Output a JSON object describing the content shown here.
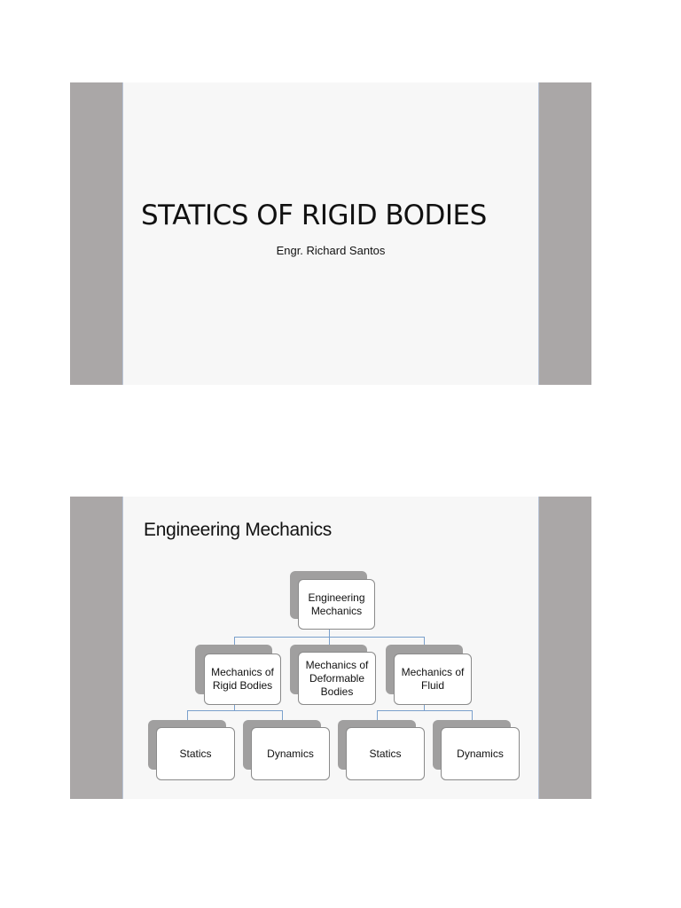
{
  "slides": [
    {
      "title": "STATICS OF RIGID BODIES",
      "subtitle": "Engr. Richard Santos"
    },
    {
      "title": "Engineering Mechanics",
      "tree": {
        "root": "Engineering Mechanics",
        "branches": [
          {
            "label": "Mechanics of Rigid Bodies",
            "children": [
              "Statics",
              "Dynamics"
            ]
          },
          {
            "label": "Mechanics of Deformable Bodies",
            "children": []
          },
          {
            "label": "Mechanics of Fluid",
            "children": [
              "Statics",
              "Dynamics"
            ]
          }
        ]
      }
    }
  ],
  "colors": {
    "side_bar": "#aaa7a7",
    "node_shadow": "#a09f9f",
    "connector": "#7aa0cc"
  }
}
